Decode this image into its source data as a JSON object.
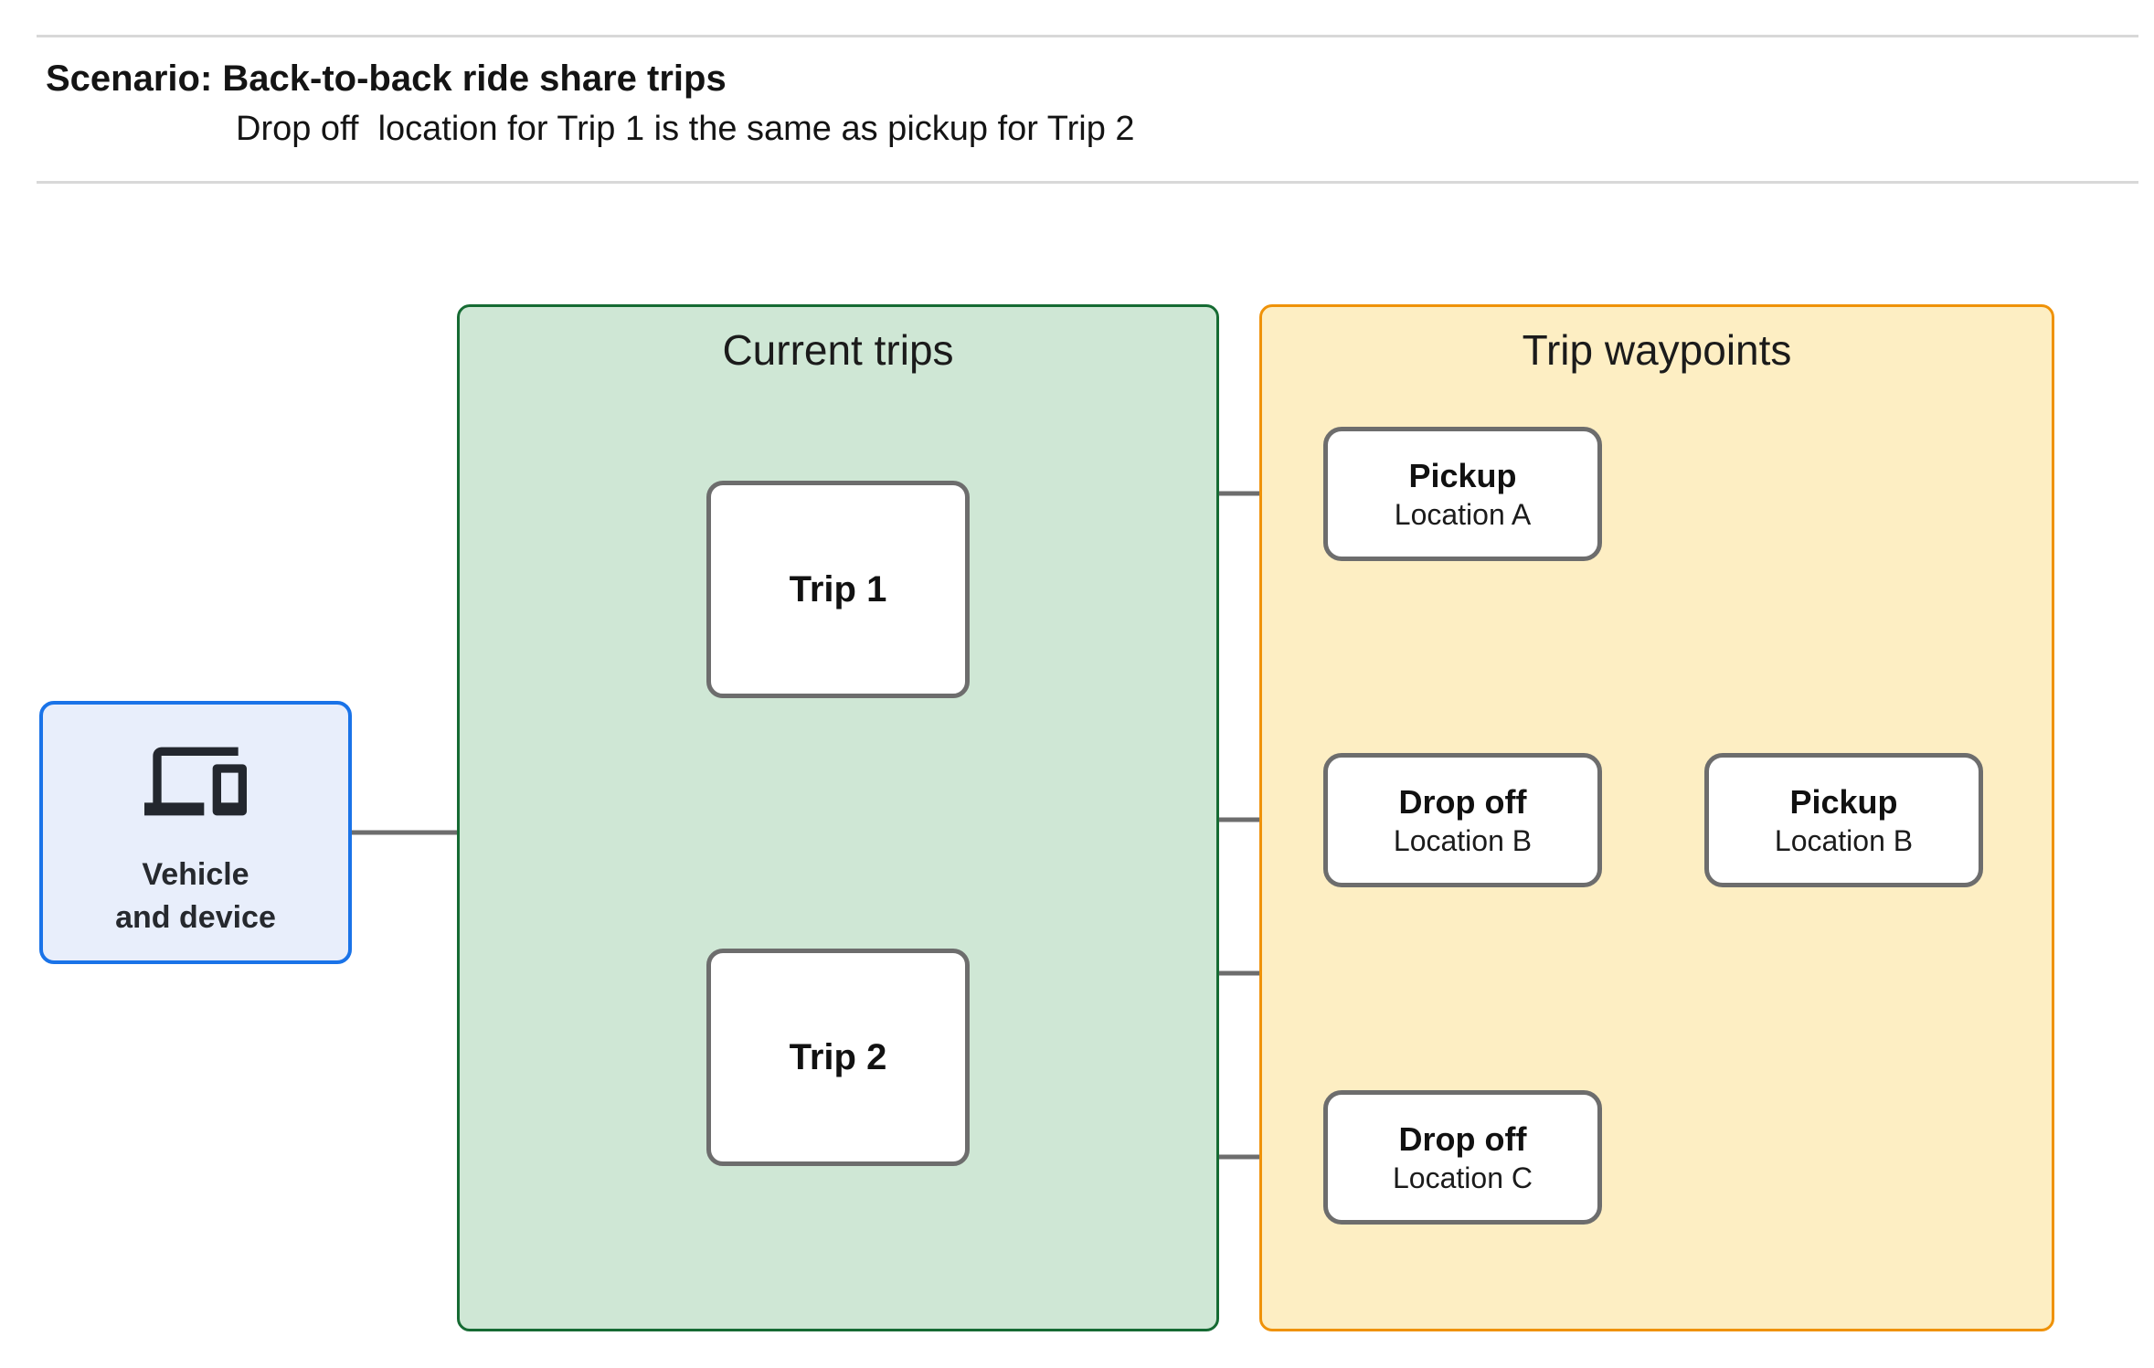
{
  "header": {
    "title": "Scenario: Back-to-back ride share trips",
    "subtitle": "Drop off  location for Trip 1 is the same as pickup for Trip 2"
  },
  "vehicle_node": {
    "icon": "devices-icon",
    "label_line1": "Vehicle",
    "label_line2": "and device"
  },
  "panels": {
    "current_trips": {
      "title": "Current trips",
      "nodes": [
        {
          "label": "Trip 1"
        },
        {
          "label": "Trip 2"
        }
      ]
    },
    "trip_waypoints": {
      "title": "Trip waypoints",
      "nodes": [
        {
          "title": "Pickup",
          "subtitle": "Location A"
        },
        {
          "title": "Drop off",
          "subtitle": "Location B"
        },
        {
          "title": "Pickup",
          "subtitle": "Location B"
        },
        {
          "title": "Drop off",
          "subtitle": "Location C"
        }
      ]
    }
  },
  "colors": {
    "current_trips_fill": "#cfe7d5",
    "current_trips_border": "#166b33",
    "trip_waypoints_fill": "#fdeec3",
    "trip_waypoints_border": "#ef9209",
    "vehicle_fill": "#e8eefb",
    "vehicle_border": "#1a73e8",
    "node_border": "#6d6d6d",
    "connector": "#6d6d6d",
    "divider": "#d8d8d8",
    "text": "#141414"
  }
}
